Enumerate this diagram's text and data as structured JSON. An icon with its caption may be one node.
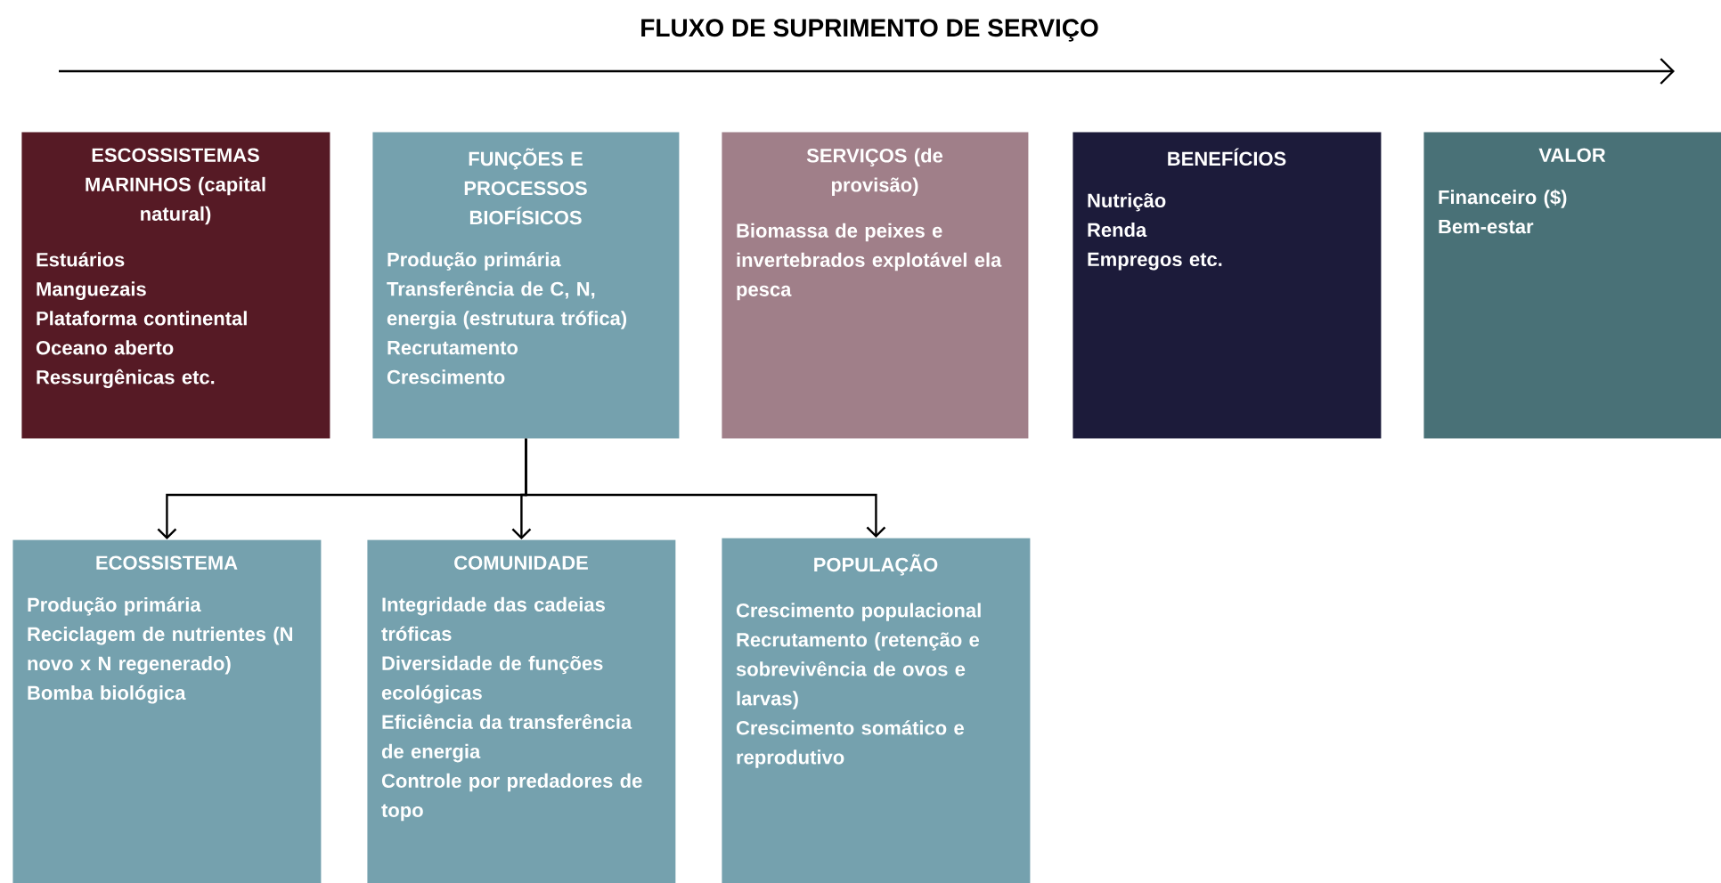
{
  "diagram": {
    "title": "FLUXO DE SUPRIMENTO DE SERVIÇO",
    "nodes": [
      {
        "text": [
          "ESCOSSISTEMAS MARINHOS (capital natural)",
          "Estuários",
          "Manguezais",
          "Plataforma continental",
          "Oceano aberto",
          "Ressurgênicas etc."
        ]
      },
      {
        "text": [
          "FUNÇÕES E PROCESSOS BIOFÍSICOS",
          "Produção primária",
          "Transferência de C, N, energia (estrutura trófica)",
          "Recrutamento",
          "Crescimento"
        ]
      },
      {
        "text": [
          "SERVIÇOS (de provisão)",
          "Biomassa de peixes e invertebrados explotável ela pesca"
        ]
      },
      {
        "text": [
          "BENEFÍCIOS",
          "Nutrição",
          "Renda",
          "Empregos etc."
        ]
      },
      {
        "text": [
          "VALOR",
          "Financeiro ($)",
          "Bem-estar"
        ]
      },
      {
        "text": [
          "ECOSSISTEMA",
          "Produção primária",
          "Reciclagem de nutrientes (N novo x N regenerado)",
          "Bomba biológica"
        ]
      },
      {
        "text": [
          "COMUNIDADE",
          "Integridade das cadeias tróficas",
          "Diversidade de funções ecológicas",
          "Eficiência da transferência de energia",
          "Controle por predadores de topo"
        ]
      },
      {
        "text": [
          "POPULAÇÃO",
          "Crescimento populacional",
          "Recrutamento (retenção e sobrevivência de ovos e larvas)",
          "Crescimento somático e reprodutivo"
        ]
      }
    ],
    "edges": [
      {
        "from": 1,
        "to": 5,
        "arrow": "to"
      },
      {
        "from": 1,
        "to": 6,
        "arrow": "to"
      },
      {
        "from": 1,
        "to": 7,
        "arrow": "to"
      }
    ]
  }
}
